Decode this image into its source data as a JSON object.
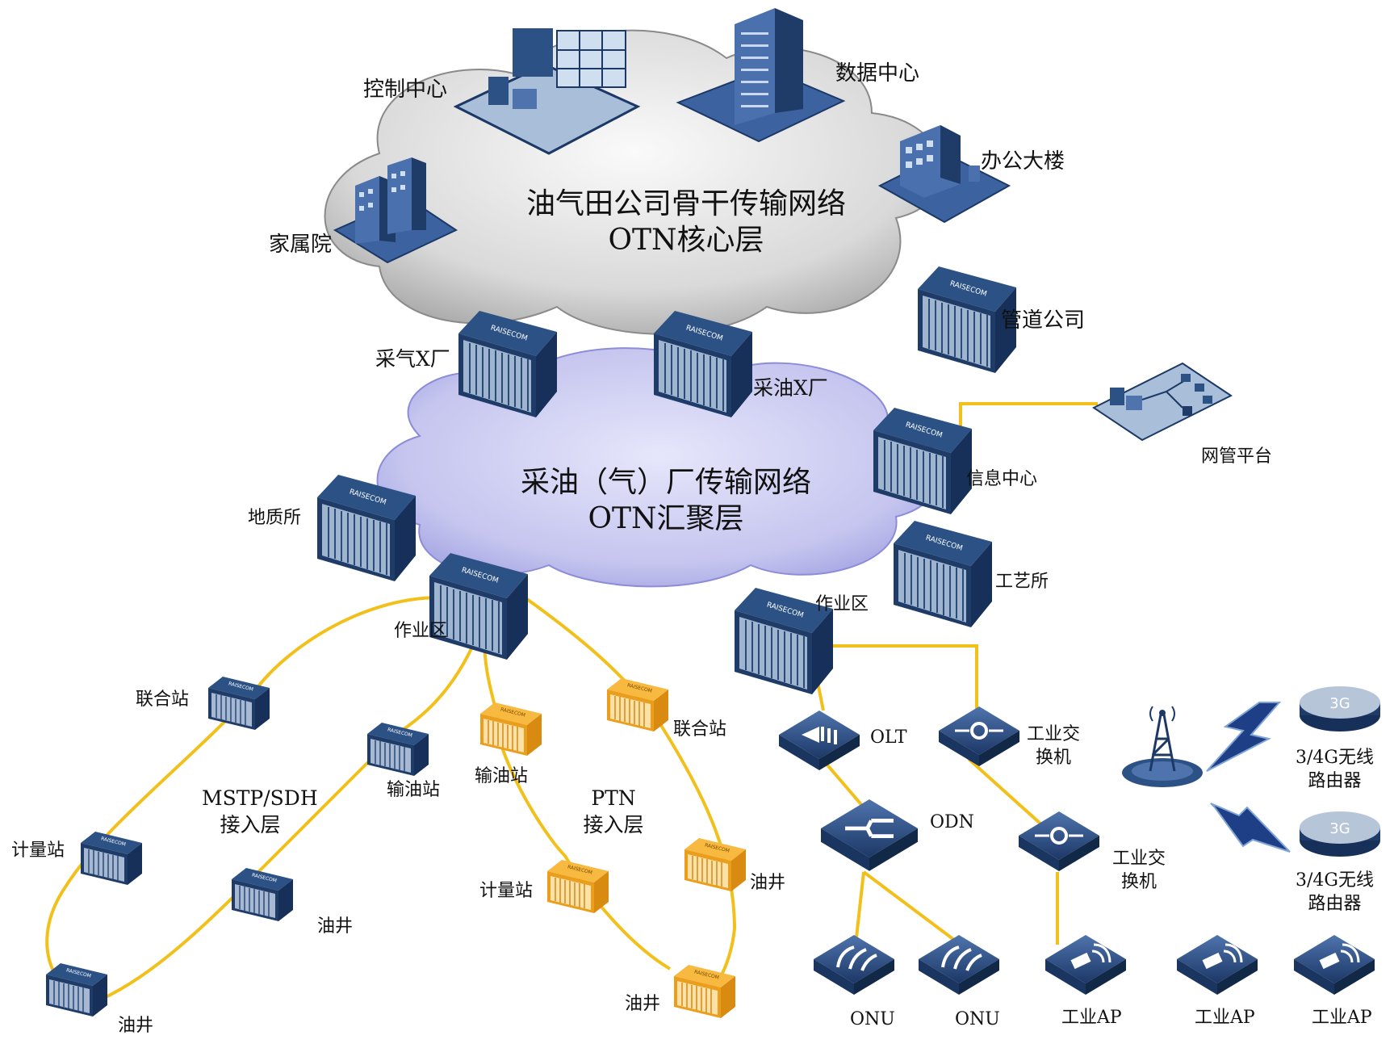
{
  "core": {
    "title": "油气田公司骨干传输网络",
    "subtitle": "OTN核心层",
    "sites": {
      "control_center": "控制中心",
      "data_center": "数据中心",
      "office_building": "办公大楼",
      "family_compound": "家属院",
      "pipeline_company": "管道公司"
    }
  },
  "aggregation": {
    "title": "采油（气）厂传输网络",
    "subtitle": "OTN汇聚层",
    "nodes": {
      "gas_plant": "采气X厂",
      "oil_plant": "采油X厂",
      "info_center": "信息中心",
      "nms_platform": "网管平台",
      "geology_institute": "地质所",
      "craft_institute": "工艺所",
      "work_zone_left": "作业区",
      "work_zone_right": "作业区"
    }
  },
  "mstp": {
    "layer": "MSTP/SDH\n接入层",
    "joint_station": "联合站",
    "oil_transfer_station": "输油站",
    "metering_station": "计量站",
    "oil_well_a": "油井",
    "oil_well_b": "油井"
  },
  "ptn": {
    "layer": "PTN\n接入层",
    "oil_transfer_station": "输油站",
    "joint_station": "联合站",
    "metering_station": "计量站",
    "oil_well_a": "油井",
    "oil_well_b": "油井"
  },
  "access": {
    "olt": "OLT",
    "odn": "ODN",
    "onu_a": "ONU",
    "onu_b": "ONU",
    "switch_a": "工业交\n换机",
    "switch_b": "工业交\n换机",
    "ap_a": "工业AP",
    "ap_b": "工业AP",
    "ap_c": "工业AP",
    "router_a": "3/4G无线\n路由器",
    "router_b": "3/4G无线\n路由器",
    "router_icon_text": "3G",
    "device_brand": "RAISECOM"
  },
  "colors": {
    "link": "#f2c01a",
    "device_navy": "#1d3a66",
    "ptn_orange": "#f2a623",
    "core_cloud": "#d6d6d6",
    "agg_cloud": "#c4c4ee",
    "lightning": "#1e3e86"
  },
  "icons": [
    "control-room-icon",
    "skyscraper-icon",
    "office-building-icon",
    "apartment-icon",
    "otn-chassis-icon",
    "nms-network-icon",
    "mstp-device-icon",
    "ptn-device-icon",
    "olt-icon",
    "odn-splitter-icon",
    "onu-icon",
    "industrial-switch-icon",
    "wifi-ap-icon",
    "router-3g-icon",
    "radio-tower-icon",
    "lightning-icon"
  ]
}
